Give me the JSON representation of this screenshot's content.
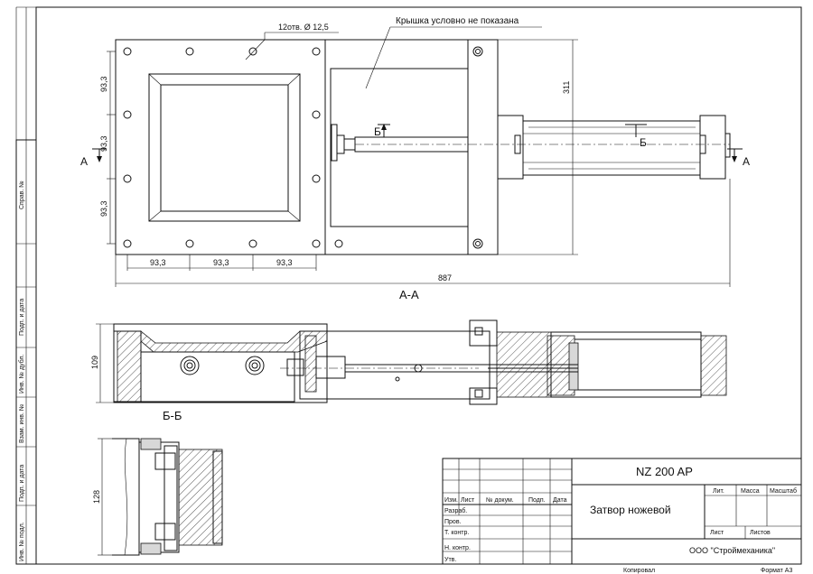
{
  "top_view": {
    "note_holes": "12отв. Ø 12,5",
    "note_cover": "Крышка условно не показана",
    "dim_vertical": [
      "93,3",
      "93,3",
      "93,3"
    ],
    "dim_horizontal": [
      "93,3",
      "93,3",
      "93,3"
    ],
    "dim_height": "311",
    "dim_length": "887",
    "section_marker": "А",
    "section_marker_b": "Б"
  },
  "section_aa": {
    "title": "А-А",
    "dim_height": "109"
  },
  "section_bb": {
    "title": "Б-Б",
    "dim_height": "128"
  },
  "left_strip": [
    "Справ. №",
    "Подп. и дата",
    "Инв. № дубл.",
    "Взам. инв. №",
    "Подп. и дата",
    "Инв. № подл."
  ],
  "title_block": {
    "designation": "NZ 200 AP",
    "name": "Затвор ножевой",
    "company": "ООО \"Строймеханика\"",
    "col_izm": "Изм.",
    "col_list": "Лист",
    "col_doc": "№ докум.",
    "col_sign": "Подп.",
    "col_date": "Дата",
    "row_razrab": "Разраб.",
    "row_prov": "Пров.",
    "row_tkontr": "Т. контр.",
    "row_nkontr": "Н. контр.",
    "row_utv": "Утв.",
    "lit": "Лит.",
    "mass": "Масса",
    "scale": "Масштаб",
    "sheet": "Лист",
    "sheets": "Листов"
  },
  "footer": {
    "copied": "Копировал",
    "format": "Формат А3"
  }
}
